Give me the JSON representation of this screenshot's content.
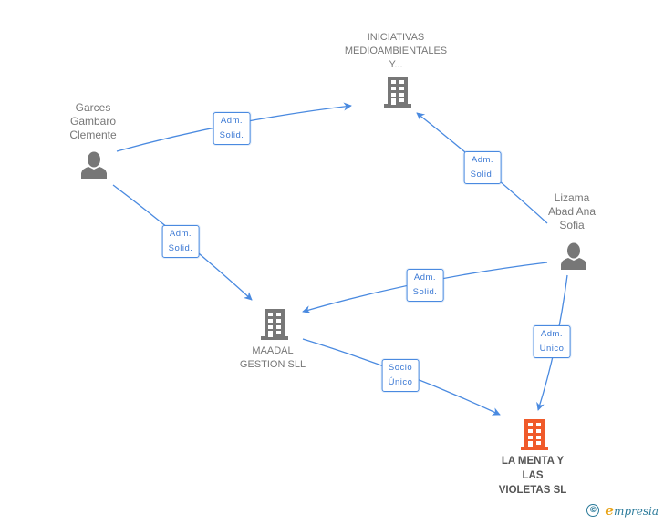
{
  "colors": {
    "edge": "#4a8ae0",
    "node_icon": "#777777",
    "main_node_icon": "#f05a2a"
  },
  "nodes": [
    {
      "id": "iniciativas",
      "type": "company",
      "label": "INICIATIVAS\nMEDIOAMBIENTALES\nY...",
      "main": false
    },
    {
      "id": "garces",
      "type": "person",
      "label": "Garces\nGambaro\nClemente",
      "main": false
    },
    {
      "id": "lizama",
      "type": "person",
      "label": "Lizama\nAbad Ana\nSofia",
      "main": false
    },
    {
      "id": "maadal",
      "type": "company",
      "label": "MAADAL\nGESTION SLL",
      "main": false
    },
    {
      "id": "lamenta",
      "type": "company",
      "label": "LA MENTA Y\nLAS\nVIOLETAS SL",
      "main": true
    }
  ],
  "edges": [
    {
      "from": "garces",
      "to": "iniciativas",
      "label": "Adm.\nSolid."
    },
    {
      "from": "lizama",
      "to": "iniciativas",
      "label": "Adm.\nSolid."
    },
    {
      "from": "garces",
      "to": "maadal",
      "label": "Adm.\nSolid."
    },
    {
      "from": "lizama",
      "to": "maadal",
      "label": "Adm.\nSolid."
    },
    {
      "from": "lizama",
      "to": "lamenta",
      "label": "Adm.\nUnico"
    },
    {
      "from": "maadal",
      "to": "lamenta",
      "label": "Socio\nÚnico"
    }
  ],
  "footer": {
    "copyright_symbol": "©",
    "brand_first": "e",
    "brand_rest": "mpresia"
  }
}
